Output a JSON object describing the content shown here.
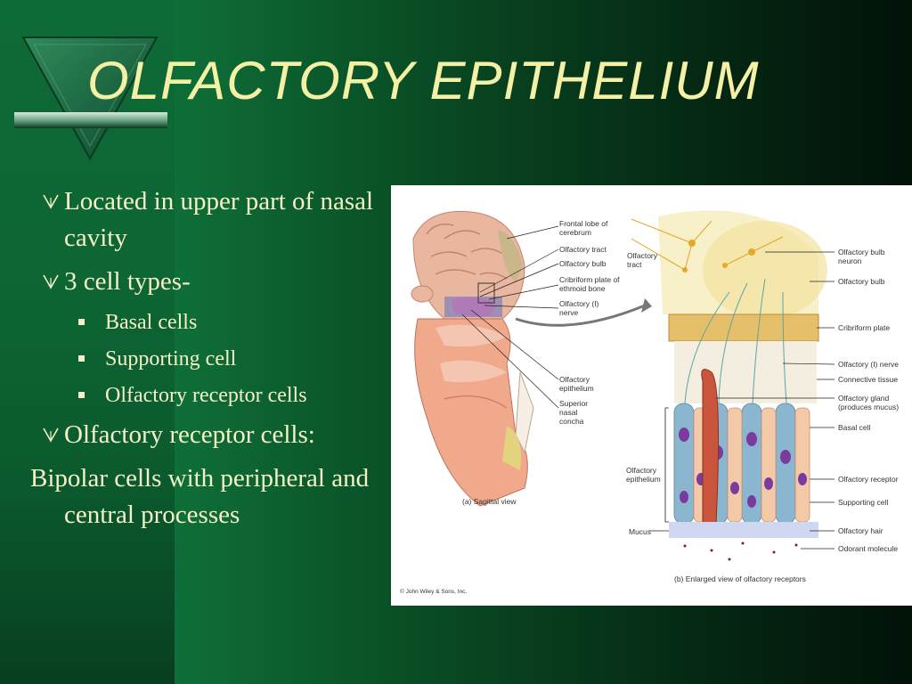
{
  "slide": {
    "title": "OLFACTORY EPITHELIUM",
    "bullets": [
      {
        "level": 1,
        "text": "Located in upper  part of nasal cavity"
      },
      {
        "level": 1,
        "text": "3 cell types-"
      },
      {
        "level": 2,
        "text": "Basal cells"
      },
      {
        "level": 2,
        "text": "Supporting cell"
      },
      {
        "level": 2,
        "text": "Olfactory receptor cells"
      },
      {
        "level": 1,
        "text": "Olfactory receptor cells:"
      },
      {
        "level": 0,
        "text": "Bipolar cells  with peripheral and central processes"
      }
    ]
  },
  "figure": {
    "labels_sagittal": [
      "Frontal lobe of cerebrum",
      "Olfactory tract",
      "Olfactory bulb",
      "Cribriform plate of ethmoid bone",
      "Olfactory (I) nerve",
      "Olfactory epithelium",
      "Superior nasal concha"
    ],
    "labels_enlarged_left": [
      "Olfactory tract",
      "Olfactory epithelium",
      "Mucus"
    ],
    "labels_enlarged_right": [
      "Olfactory bulb neuron",
      "Olfactory bulb",
      "Cribriform plate",
      "Olfactory (I) nerve",
      "Connective tissue",
      "Olfactory gland (produces mucus)",
      "Basal cell",
      "Olfactory receptor",
      "Supporting cell",
      "Olfactory hair",
      "Odorant molecule"
    ],
    "caption_a": "(a) Sagittal view",
    "caption_b": "(b) Enlarged view of olfactory receptors",
    "credit": "© John Wiley & Sons, Inc."
  },
  "colors": {
    "title": "#f4f1a6",
    "body_text": "#f4f1c8",
    "background_green": "#0f6f38"
  }
}
